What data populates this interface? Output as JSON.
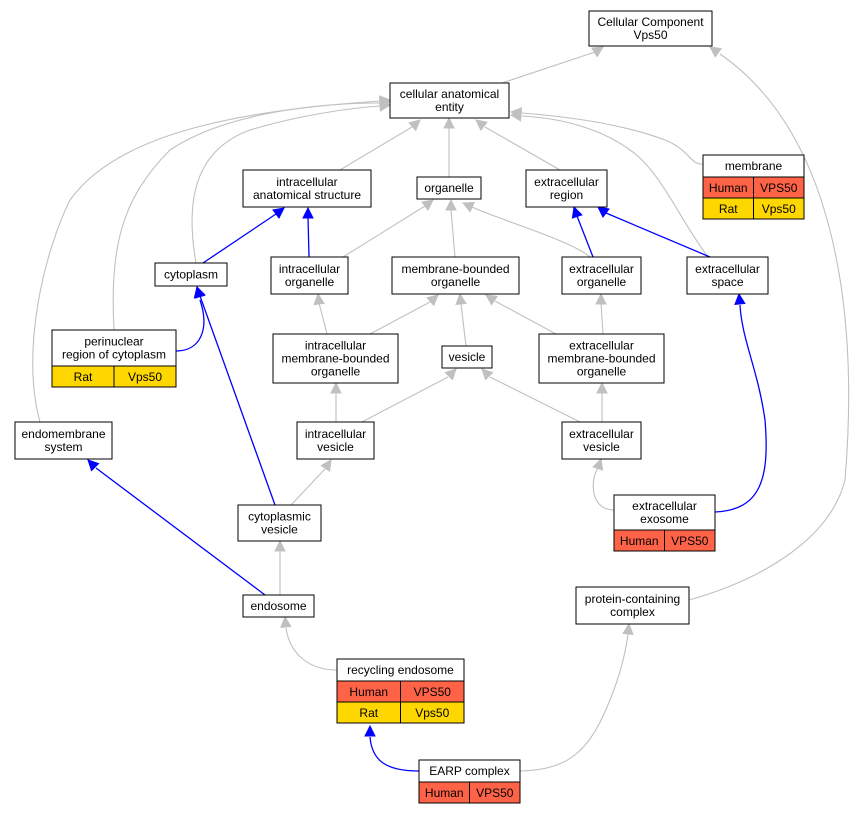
{
  "colors": {
    "human": "#ff6347",
    "rat": "#ffd700",
    "is_a_edge": "#c0c0c0",
    "part_of_edge": "#0000ff",
    "node_border": "#000000",
    "node_fill": "#ffffff"
  },
  "nodes": [
    {
      "id": "cc",
      "lines": [
        "Cellular Component",
        "Vps50"
      ]
    },
    {
      "id": "cae",
      "lines": [
        "cellular anatomical",
        "entity"
      ]
    },
    {
      "id": "membrane",
      "lines": [
        "membrane"
      ],
      "table": [
        [
          "Human",
          "VPS50"
        ],
        [
          "Rat",
          "Vps50"
        ]
      ]
    },
    {
      "id": "ias",
      "lines": [
        "intracellular",
        "anatomical structure"
      ]
    },
    {
      "id": "organelle",
      "lines": [
        "organelle"
      ]
    },
    {
      "id": "ecr",
      "lines": [
        "extracellular",
        "region"
      ]
    },
    {
      "id": "cytoplasm",
      "lines": [
        "cytoplasm"
      ]
    },
    {
      "id": "io",
      "lines": [
        "intracellular",
        "organelle"
      ]
    },
    {
      "id": "mbo",
      "lines": [
        "membrane-bounded",
        "organelle"
      ]
    },
    {
      "id": "eco",
      "lines": [
        "extracellular",
        "organelle"
      ]
    },
    {
      "id": "ecs",
      "lines": [
        "extracellular",
        "space"
      ]
    },
    {
      "id": "prc",
      "lines": [
        "perinuclear",
        "region of cytoplasm"
      ],
      "table": [
        [
          "Rat",
          "Vps50"
        ]
      ]
    },
    {
      "id": "imbo",
      "lines": [
        "intracellular",
        "membrane-bounded",
        "organelle"
      ]
    },
    {
      "id": "vesicle",
      "lines": [
        "vesicle"
      ]
    },
    {
      "id": "embo",
      "lines": [
        "extracellular",
        "membrane-bounded",
        "organelle"
      ]
    },
    {
      "id": "ems",
      "lines": [
        "endomembrane",
        "system"
      ]
    },
    {
      "id": "iv",
      "lines": [
        "intracellular",
        "vesicle"
      ]
    },
    {
      "id": "ecv",
      "lines": [
        "extracellular",
        "vesicle"
      ]
    },
    {
      "id": "exosome",
      "lines": [
        "extracellular",
        "exosome"
      ],
      "table": [
        [
          "Human",
          "VPS50"
        ]
      ]
    },
    {
      "id": "cv",
      "lines": [
        "cytoplasmic",
        "vesicle"
      ]
    },
    {
      "id": "endosome",
      "lines": [
        "endosome"
      ]
    },
    {
      "id": "pcc",
      "lines": [
        "protein-containing",
        "complex"
      ]
    },
    {
      "id": "re",
      "lines": [
        "recycling endosome"
      ],
      "table": [
        [
          "Human",
          "VPS50"
        ],
        [
          "Rat",
          "Vps50"
        ]
      ]
    },
    {
      "id": "earp",
      "lines": [
        "EARP complex"
      ],
      "table": [
        [
          "Human",
          "VPS50"
        ]
      ]
    }
  ],
  "edges": [
    {
      "from": "cae",
      "to": "cc",
      "type": "is_a"
    },
    {
      "from": "pcc",
      "to": "cc",
      "type": "is_a"
    },
    {
      "from": "ias",
      "to": "cae",
      "type": "is_a"
    },
    {
      "from": "organelle",
      "to": "cae",
      "type": "is_a"
    },
    {
      "from": "ecr",
      "to": "cae",
      "type": "is_a"
    },
    {
      "from": "membrane",
      "to": "cae",
      "type": "is_a"
    },
    {
      "from": "cytoplasm",
      "to": "cae",
      "type": "is_a"
    },
    {
      "from": "prc",
      "to": "cae",
      "type": "is_a"
    },
    {
      "from": "ems",
      "to": "cae",
      "type": "is_a"
    },
    {
      "from": "ecs",
      "to": "cae",
      "type": "is_a"
    },
    {
      "from": "cytoplasm",
      "to": "ias",
      "type": "part_of"
    },
    {
      "from": "io",
      "to": "ias",
      "type": "part_of"
    },
    {
      "from": "io",
      "to": "organelle",
      "type": "is_a"
    },
    {
      "from": "mbo",
      "to": "organelle",
      "type": "is_a"
    },
    {
      "from": "eco",
      "to": "organelle",
      "type": "is_a"
    },
    {
      "from": "eco",
      "to": "ecr",
      "type": "part_of"
    },
    {
      "from": "ecs",
      "to": "ecr",
      "type": "part_of"
    },
    {
      "from": "prc",
      "to": "cytoplasm",
      "type": "part_of"
    },
    {
      "from": "cv",
      "to": "cytoplasm",
      "type": "part_of"
    },
    {
      "from": "imbo",
      "to": "io",
      "type": "is_a"
    },
    {
      "from": "imbo",
      "to": "mbo",
      "type": "is_a"
    },
    {
      "from": "vesicle",
      "to": "mbo",
      "type": "is_a"
    },
    {
      "from": "embo",
      "to": "mbo",
      "type": "is_a"
    },
    {
      "from": "embo",
      "to": "eco",
      "type": "is_a"
    },
    {
      "from": "exosome",
      "to": "ecs",
      "type": "part_of"
    },
    {
      "from": "iv",
      "to": "imbo",
      "type": "is_a"
    },
    {
      "from": "iv",
      "to": "vesicle",
      "type": "is_a"
    },
    {
      "from": "ecv",
      "to": "vesicle",
      "type": "is_a"
    },
    {
      "from": "ecv",
      "to": "embo",
      "type": "is_a"
    },
    {
      "from": "exosome",
      "to": "ecv",
      "type": "is_a"
    },
    {
      "from": "cv",
      "to": "iv",
      "type": "is_a"
    },
    {
      "from": "endosome",
      "to": "cv",
      "type": "is_a"
    },
    {
      "from": "endosome",
      "to": "ems",
      "type": "part_of"
    },
    {
      "from": "re",
      "to": "endosome",
      "type": "is_a"
    },
    {
      "from": "earp",
      "to": "re",
      "type": "part_of"
    },
    {
      "from": "earp",
      "to": "pcc",
      "type": "is_a"
    }
  ]
}
